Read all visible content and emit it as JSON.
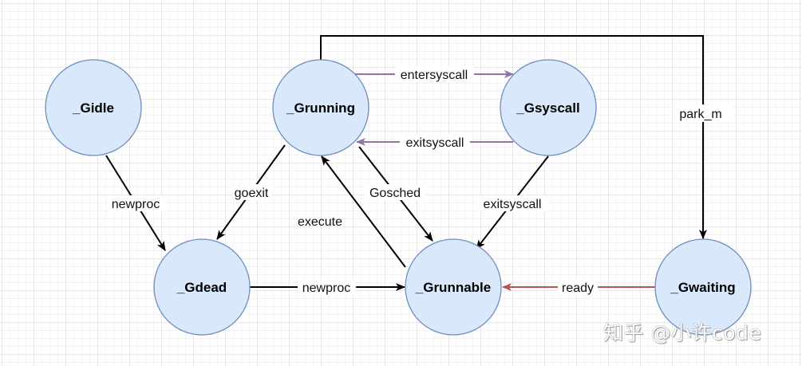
{
  "colors": {
    "node_fill": "#dae8fc",
    "node_stroke": "#6c8ebf",
    "edge_black": "#000000",
    "edge_purple": "#9673a6",
    "edge_red": "#b85450"
  },
  "states": {
    "gidle": "_Gidle",
    "grunning": "_Grunning",
    "gsyscall": "_Gsyscall",
    "gdead": "_Gdead",
    "grunnable": "_Grunnable",
    "gwaiting": "_Gwaiting"
  },
  "transitions": {
    "entersyscall": "entersyscall",
    "exitsyscall_to_running": "exitsyscall",
    "exitsyscall_to_runnable": "exitsyscall",
    "park_m": "park_m",
    "newproc_idle_to_dead": "newproc",
    "goexit": "goexit",
    "gosched": "Gosched",
    "execute": "execute",
    "newproc_dead_to_runnable": "newproc",
    "ready": "ready"
  },
  "watermark": "知乎 @小许code"
}
